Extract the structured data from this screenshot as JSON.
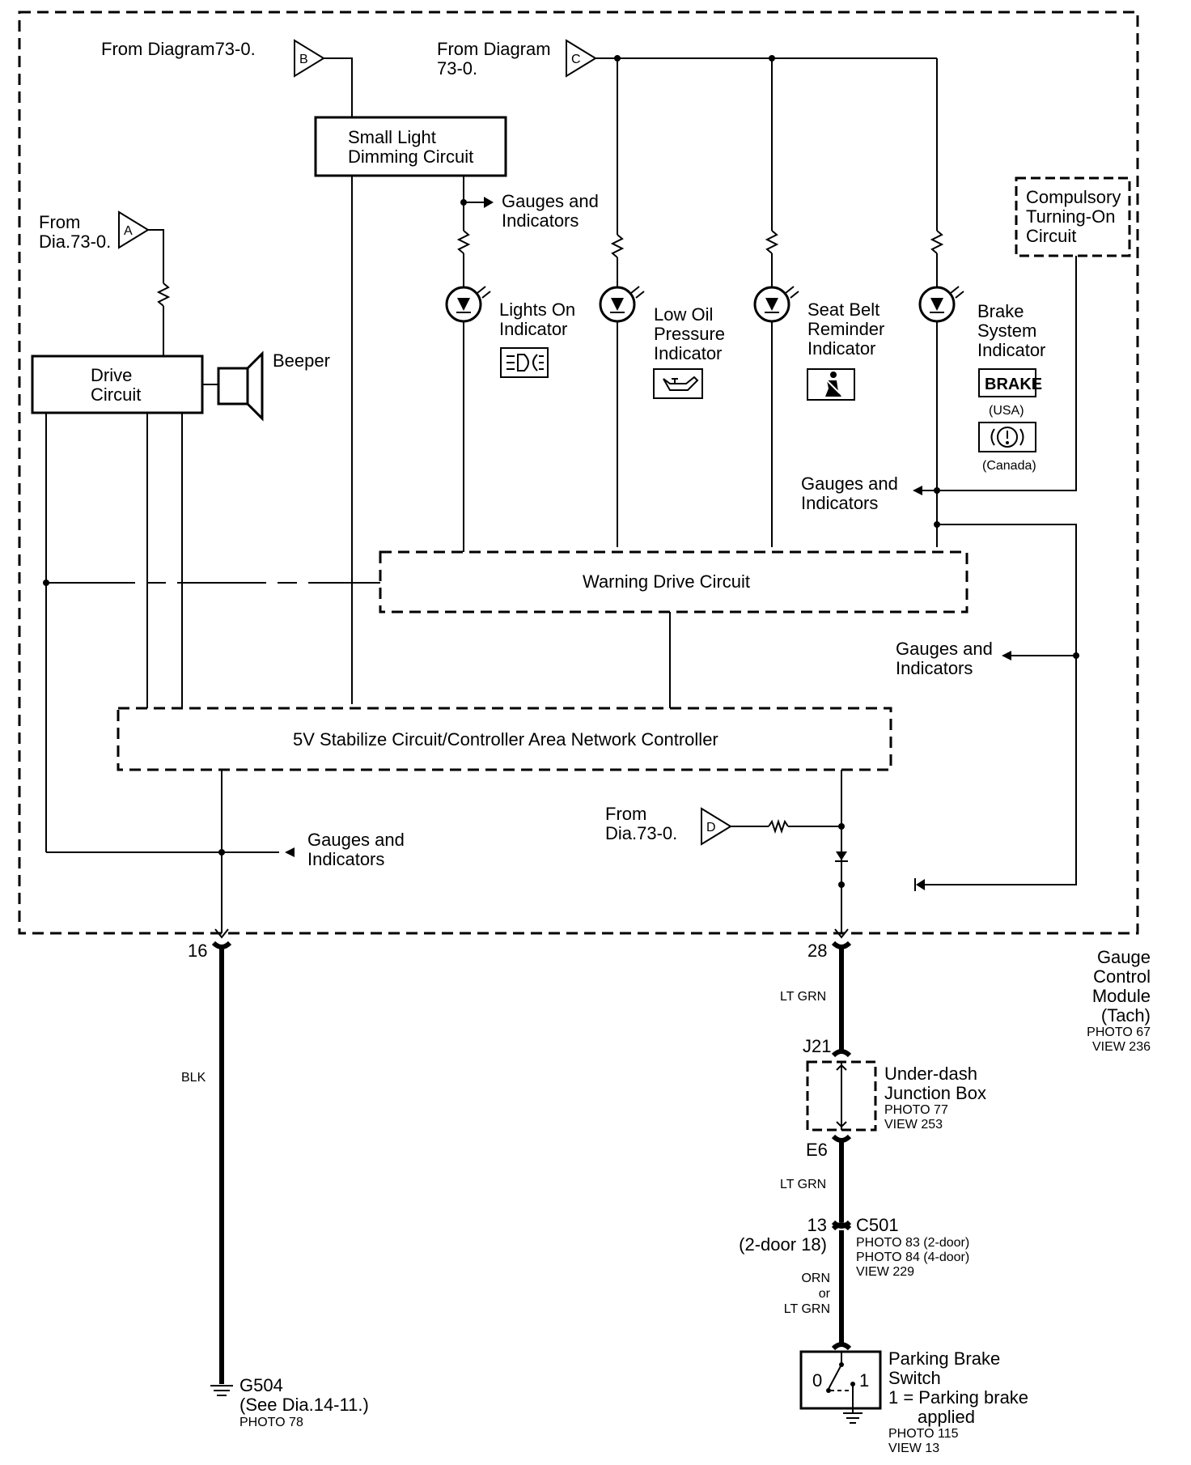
{
  "module": {
    "name_lines": [
      "Gauge",
      "Control",
      "Module",
      "(Tach)"
    ],
    "photo": "PHOTO 67",
    "view": "VIEW 236"
  },
  "inputs": {
    "a": {
      "letter": "A",
      "from_lines": [
        "From",
        "Dia.73-0."
      ]
    },
    "b": {
      "letter": "B",
      "from_lines": [
        "From Diagram73-0."
      ]
    },
    "c": {
      "letter": "C",
      "from_lines": [
        "From Diagram",
        "73-0."
      ]
    },
    "d": {
      "letter": "D",
      "from_lines": [
        "From",
        "Dia.73-0."
      ]
    }
  },
  "blocks": {
    "small_light": [
      "Small Light",
      "Dimming Circuit"
    ],
    "drive": [
      "Drive",
      "Circuit"
    ],
    "beeper": "Beeper",
    "compulsory": [
      "Compulsory",
      "Turning-On",
      "Circuit"
    ],
    "warning_drive": "Warning Drive Circuit",
    "stabilize": "5V Stabilize Circuit/Controller Area Network Controller"
  },
  "gauges_label": [
    "Gauges and",
    "Indicators"
  ],
  "indicators": {
    "lights_on": [
      "Lights On",
      "Indicator"
    ],
    "low_oil": [
      "Low Oil",
      "Pressure",
      "Indicator"
    ],
    "seat_belt": [
      "Seat Belt",
      "Reminder",
      "Indicator"
    ],
    "brake": [
      "Brake",
      "System",
      "Indicator"
    ],
    "brake_usa_text": "BRAKE",
    "usa": "(USA)",
    "canada": "(Canada)"
  },
  "wiring": {
    "pin16": "16",
    "blk": "BLK",
    "pin28": "28",
    "lt_grn": "LT GRN",
    "j21": "J21",
    "e6": "E6",
    "junction_box": {
      "name_lines": [
        "Under-dash",
        "Junction Box"
      ],
      "photo": "PHOTO 77",
      "view": "VIEW 253"
    },
    "pin13": "13",
    "pin13_alt": "(2-door 18)",
    "c501": {
      "name": "C501",
      "photo1": "PHOTO 83 (2-door)",
      "photo2": "PHOTO 84 (4-door)",
      "view": "VIEW 229"
    },
    "orn": "ORN",
    "or": "or",
    "g504": {
      "name": "G504",
      "see": "(See Dia.14-11.)",
      "photo": "PHOTO 78"
    },
    "parking_brake": {
      "name_lines": [
        "Parking Brake",
        "Switch"
      ],
      "note_lines": [
        "1 = Parking brake",
        "applied"
      ],
      "photo": "PHOTO 115",
      "view": "VIEW 13",
      "pos0": "0",
      "pos1": "1"
    }
  }
}
